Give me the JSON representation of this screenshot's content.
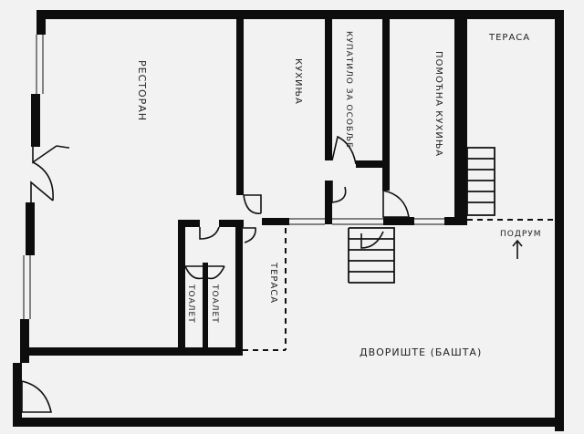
{
  "rooms": {
    "restaurant": "РЕСТОРАН",
    "kitchen": "КУХИЊА",
    "staff_room": "КУПАТИЛО ЗА ОСОБЉЕ",
    "aux_kitchen": "ПОМОЋНА КУХИЊА",
    "terrace_top": "ТЕРАСА",
    "terrace_mid": "ТЕРАСА",
    "toilet_1": "ТОАЛЕТ",
    "toilet_2": "ТОАЛЕТ",
    "cellar": "ПОДРУМ",
    "courtyard": "ДВОРИШТЕ (БАШТА)"
  },
  "colors": {
    "wall": "#0d0d0d",
    "paper": "#f2f2f2",
    "line": "#111111"
  }
}
